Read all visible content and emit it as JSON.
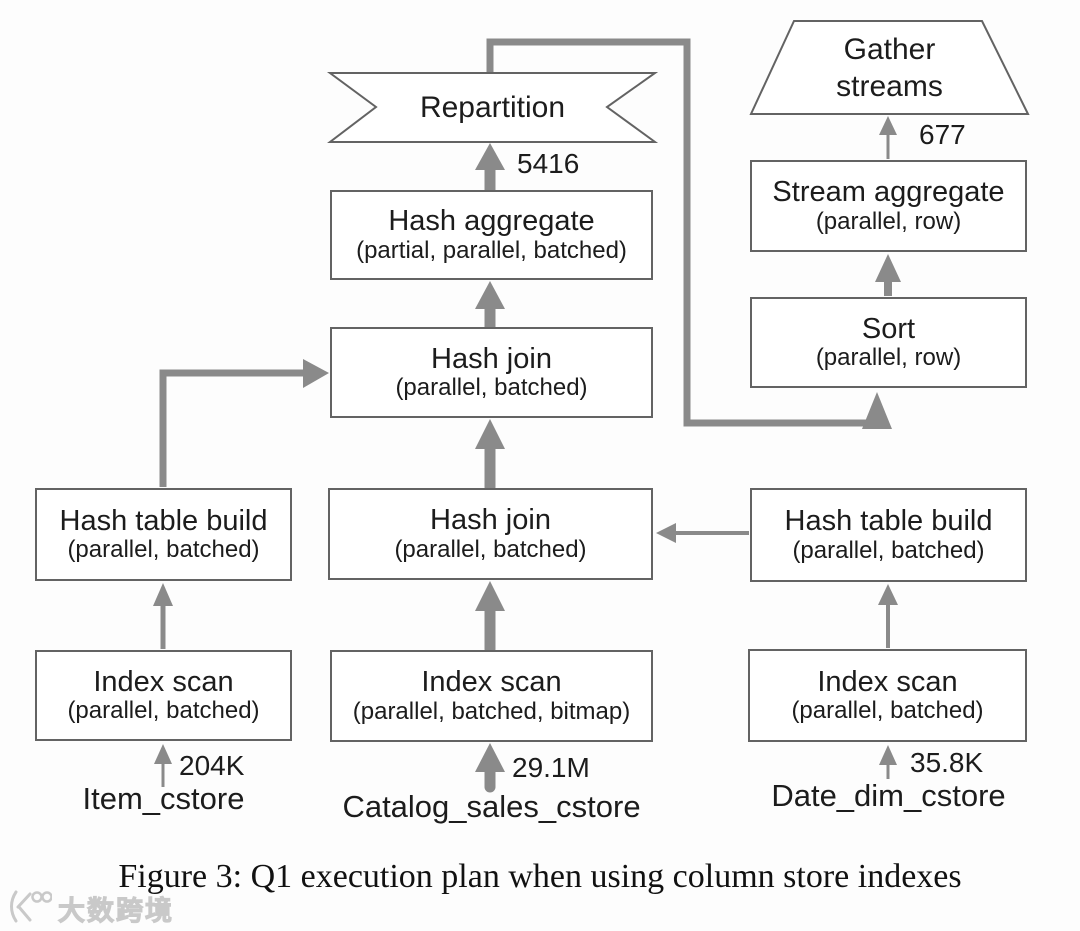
{
  "figure": {
    "caption": "Figure 3: Q1 execution plan when using column store indexes",
    "watermark": "大数跨境"
  },
  "diagram": {
    "nodes": {
      "repartition": {
        "label": "Repartition"
      },
      "gather_streams": {
        "line1": "Gather",
        "line2": "streams"
      },
      "hash_aggregate": {
        "title": "Hash aggregate",
        "subtitle": "(partial, parallel, batched)"
      },
      "hash_join_upper": {
        "title": "Hash join",
        "subtitle": "(parallel, batched)"
      },
      "hash_join_lower": {
        "title": "Hash join",
        "subtitle": "(parallel, batched)"
      },
      "hash_table_build_left": {
        "title": "Hash table build",
        "subtitle": "(parallel, batched)"
      },
      "hash_table_build_right": {
        "title": "Hash table build",
        "subtitle": "(parallel, batched)"
      },
      "index_scan_left": {
        "title": "Index scan",
        "subtitle": "(parallel, batched)"
      },
      "index_scan_middle": {
        "title": "Index scan",
        "subtitle": "(parallel, batched, bitmap)"
      },
      "index_scan_right": {
        "title": "Index scan",
        "subtitle": "(parallel, batched)"
      },
      "stream_aggregate": {
        "title": "Stream aggregate",
        "subtitle": "(parallel, row)"
      },
      "sort": {
        "title": "Sort",
        "subtitle": "(parallel, row)"
      }
    },
    "row_counts": {
      "to_repartition": "5416",
      "to_gather_streams": "677",
      "item": "204K",
      "catalog_sales": "29.1M",
      "date_dim": "35.8K"
    },
    "source_tables": {
      "item": "Item_cstore",
      "catalog_sales": "Catalog_sales_cstore",
      "date_dim": "Date_dim_cstore"
    },
    "colors": {
      "arrow": "#8a8a8a",
      "box_border": "#636363",
      "text": "#1c1c1c",
      "watermark": "#c9c9c9"
    }
  }
}
